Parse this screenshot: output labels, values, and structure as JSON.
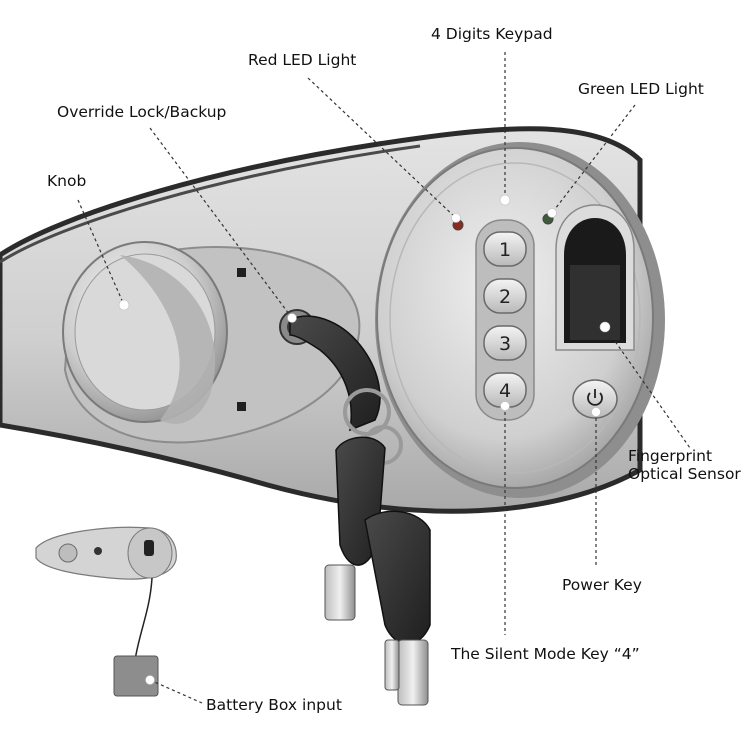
{
  "labels": {
    "keypad": "4 Digits Keypad",
    "red_led": "Red LED Light",
    "green_led": "Green LED Light",
    "override": "Override Lock/Backup",
    "knob": "Knob",
    "fingerprint_line1": "Fingerprint",
    "fingerprint_line2": "Optical Sensor",
    "power_key": "Power Key",
    "silent_mode": "The Silent Mode Key  “4”",
    "battery_box": "Battery Box input"
  },
  "keypad_keys": [
    "1",
    "2",
    "3",
    "4"
  ],
  "colors": {
    "body_silver": "#c9c9c9",
    "dark_outline": "#2b2b2b",
    "key_black": "#333333",
    "red_led": "#8b2a1f",
    "green_led": "#3d5a3a"
  },
  "icons": {
    "power": "power-icon"
  }
}
